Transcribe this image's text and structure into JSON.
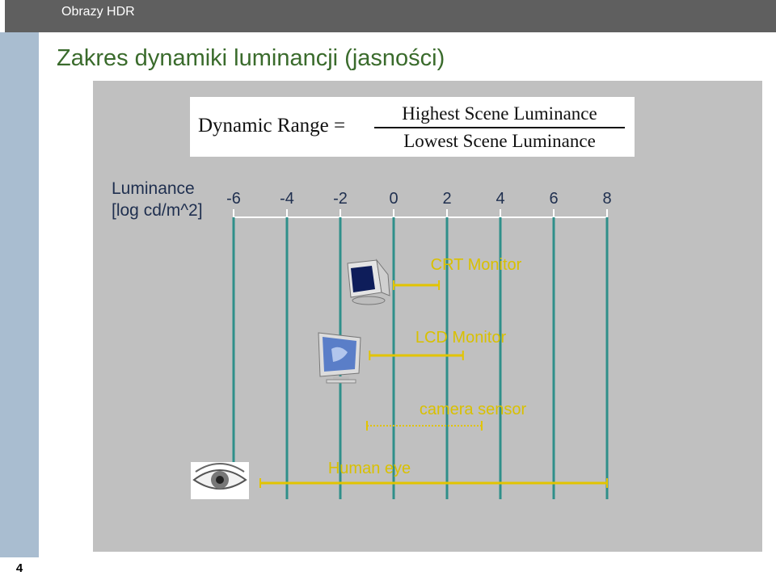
{
  "header": {
    "title": "Obrazy HDR"
  },
  "slide": {
    "number": "4",
    "title": "Zakres dynamiki luminancji (jasności)"
  },
  "formula": {
    "left": "Dynamic Range =",
    "numerator": "Highest Scene Luminance",
    "denominator": "Lowest Scene Luminance"
  },
  "axis": {
    "label_line1": "Luminance",
    "label_line2": "[log cd/m^2]",
    "ticks": [
      -6,
      -4,
      -2,
      0,
      2,
      4,
      6,
      8
    ],
    "tick_labels": [
      "-6",
      "-4",
      "-2",
      "0",
      "2",
      "4",
      "6",
      "8"
    ]
  },
  "ranges": [
    {
      "name": "CRT Monitor",
      "from": 0,
      "to": 1.7,
      "style": "solid",
      "icon": "crt-monitor-icon"
    },
    {
      "name": "LCD Monitor",
      "from": -0.9,
      "to": 2.6,
      "style": "solid",
      "icon": "lcd-monitor-icon"
    },
    {
      "name": "camera sensor",
      "from": -1,
      "to": 3.3,
      "style": "dotted",
      "icon": ""
    },
    {
      "name": "Human eye",
      "from": -5,
      "to": 8,
      "style": "solid",
      "icon": "eye-icon"
    }
  ],
  "colors": {
    "title_green": "#3a6b2c",
    "panel_gray": "#c0c0c0",
    "axis_teal": "#2f8f8a",
    "range_yellow": "#e2c400",
    "label_navy": "#1f2f4f"
  }
}
